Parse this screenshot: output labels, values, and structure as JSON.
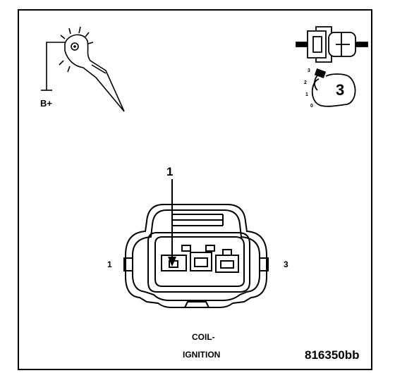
{
  "legend": {
    "voltage_label": "B+",
    "icon_probe": "test-probe-icon",
    "icon_connector": "harness-connector-icon",
    "icon_ignition": "ignition-switch-icon",
    "ignition_position": "3",
    "ignition_scale": [
      "3",
      "2",
      "1",
      "0"
    ]
  },
  "connector": {
    "callout": "1",
    "pin_left": "1",
    "pin_right": "3",
    "title_line1": "COIL-",
    "title_line2": "IGNITION"
  },
  "figure_code": "816350bb"
}
